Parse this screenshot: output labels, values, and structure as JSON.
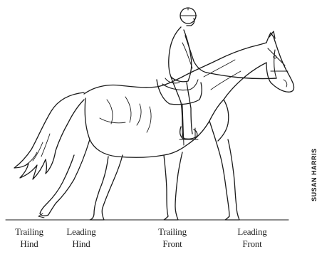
{
  "labels": [
    {
      "line1": "Trailing",
      "line2": "Hind"
    },
    {
      "line1": "Leading",
      "line2": "Hind"
    },
    {
      "line1": "Trailing",
      "line2": "Front"
    },
    {
      "line1": "Leading",
      "line2": "Front"
    }
  ],
  "credit": "SUSAN HARRIS",
  "colors": {
    "ink": "#1a1a1a",
    "label": "#222222",
    "background": "#ffffff"
  }
}
